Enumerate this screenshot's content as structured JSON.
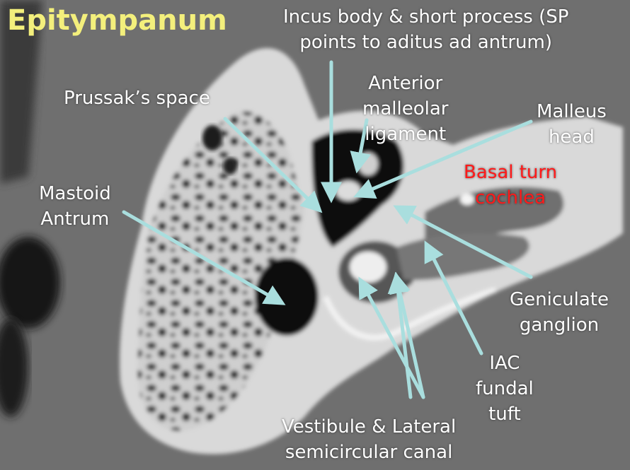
{
  "title": {
    "text": "Epitympanum",
    "color": "#f3ef7c"
  },
  "colors": {
    "label": "#ffffff",
    "label_highlight": "#ff1a1a",
    "arrow": "#a9dede",
    "bone": "#eeeeee",
    "air": "#111111",
    "soft_tissue": "#6f6f6f"
  },
  "labels": {
    "incus": [
      "Incus body & short process (SP",
      "points to aditus ad antrum)"
    ],
    "prussak": [
      "Prussak’s space"
    ],
    "anterior_malleolar": [
      "Anterior",
      "malleolar",
      "ligament"
    ],
    "malleus_head": [
      "Malleus",
      "head"
    ],
    "basal_turn": [
      "Basal turn",
      "cochlea"
    ],
    "mastoid_antrum": [
      "Mastoid",
      "Antrum"
    ],
    "geniculate": [
      "Geniculate",
      "ganglion"
    ],
    "iac": [
      "IAC",
      "fundal",
      "tuft"
    ],
    "vestibule": [
      "Vestibule & Lateral",
      "semicircular canal"
    ]
  }
}
